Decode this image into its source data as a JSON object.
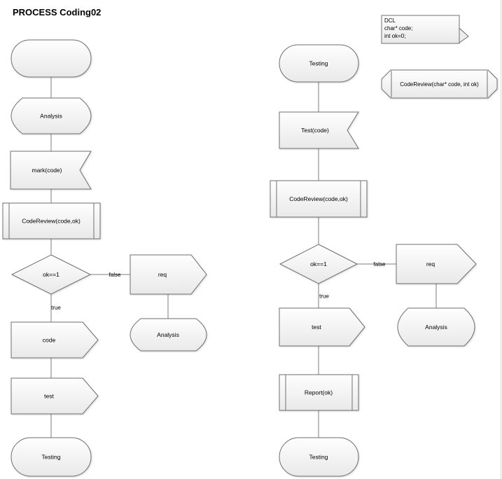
{
  "title": "PROCESS Coding02",
  "declaration_note": {
    "lines": [
      "DCL",
      "char* code;",
      "int ok=0;"
    ]
  },
  "procedure_declaration": "CodeReview(char* code, int ok)",
  "left_flow": {
    "start": "",
    "state_top": "Analysis",
    "input": "mark(code)",
    "procedure": "CodeReview(code,ok)",
    "decision": "ok==1",
    "branch_true": "true",
    "branch_false": "false",
    "signal_req": "req",
    "state_req_target": "Analysis",
    "signal_code": "code",
    "signal_test": "test",
    "end": "Testing"
  },
  "right_flow": {
    "start": "Testing",
    "input": "Test(code)",
    "procedure": "CodeReview(code,ok)",
    "decision": "ok==1",
    "branch_true": "true",
    "branch_false": "false",
    "signal_req": "req",
    "state_req_target": "Analysis",
    "signal_test": "test",
    "procedure_report": "Report(ok)",
    "end": "Testing"
  }
}
